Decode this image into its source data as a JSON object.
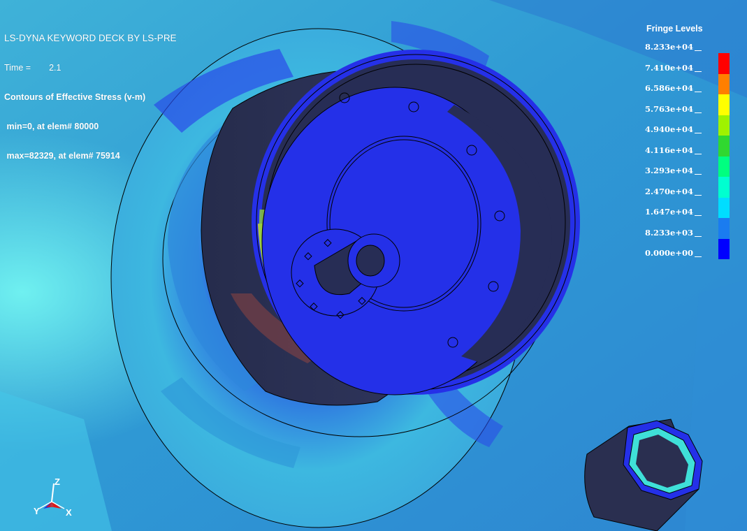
{
  "header": {
    "title": "LS-DYNA KEYWORD DECK BY LS-PRE",
    "time_label": "Time =",
    "time_value": "2.1",
    "contour_label": "Contours of Effective Stress (v-m)",
    "min_line": " min=0, at elem# 80000",
    "max_line": " max=82329, at elem# 75914"
  },
  "fringe": {
    "title": "Fringe Levels",
    "levels": [
      "8.233e+04",
      "7.410e+04",
      "6.586e+04",
      "5.763e+04",
      "4.940e+04",
      "4.116e+04",
      "3.293e+04",
      "2.470e+04",
      "1.647e+04",
      "8.233e+03",
      "0.000e+00"
    ],
    "colors": [
      "#ff0000",
      "#ff7f00",
      "#ffff00",
      "#9ff200",
      "#30d830",
      "#00ff80",
      "#00ffd0",
      "#00ddff",
      "#1a7cf0",
      "#0000ff"
    ]
  },
  "axes": {
    "z": "Z",
    "y": "Y",
    "x": "X"
  },
  "palette": {
    "background": "#2ea0d8",
    "part_blue": "#2430e8",
    "dark_interior": "#272d55",
    "outline": "#000000"
  }
}
